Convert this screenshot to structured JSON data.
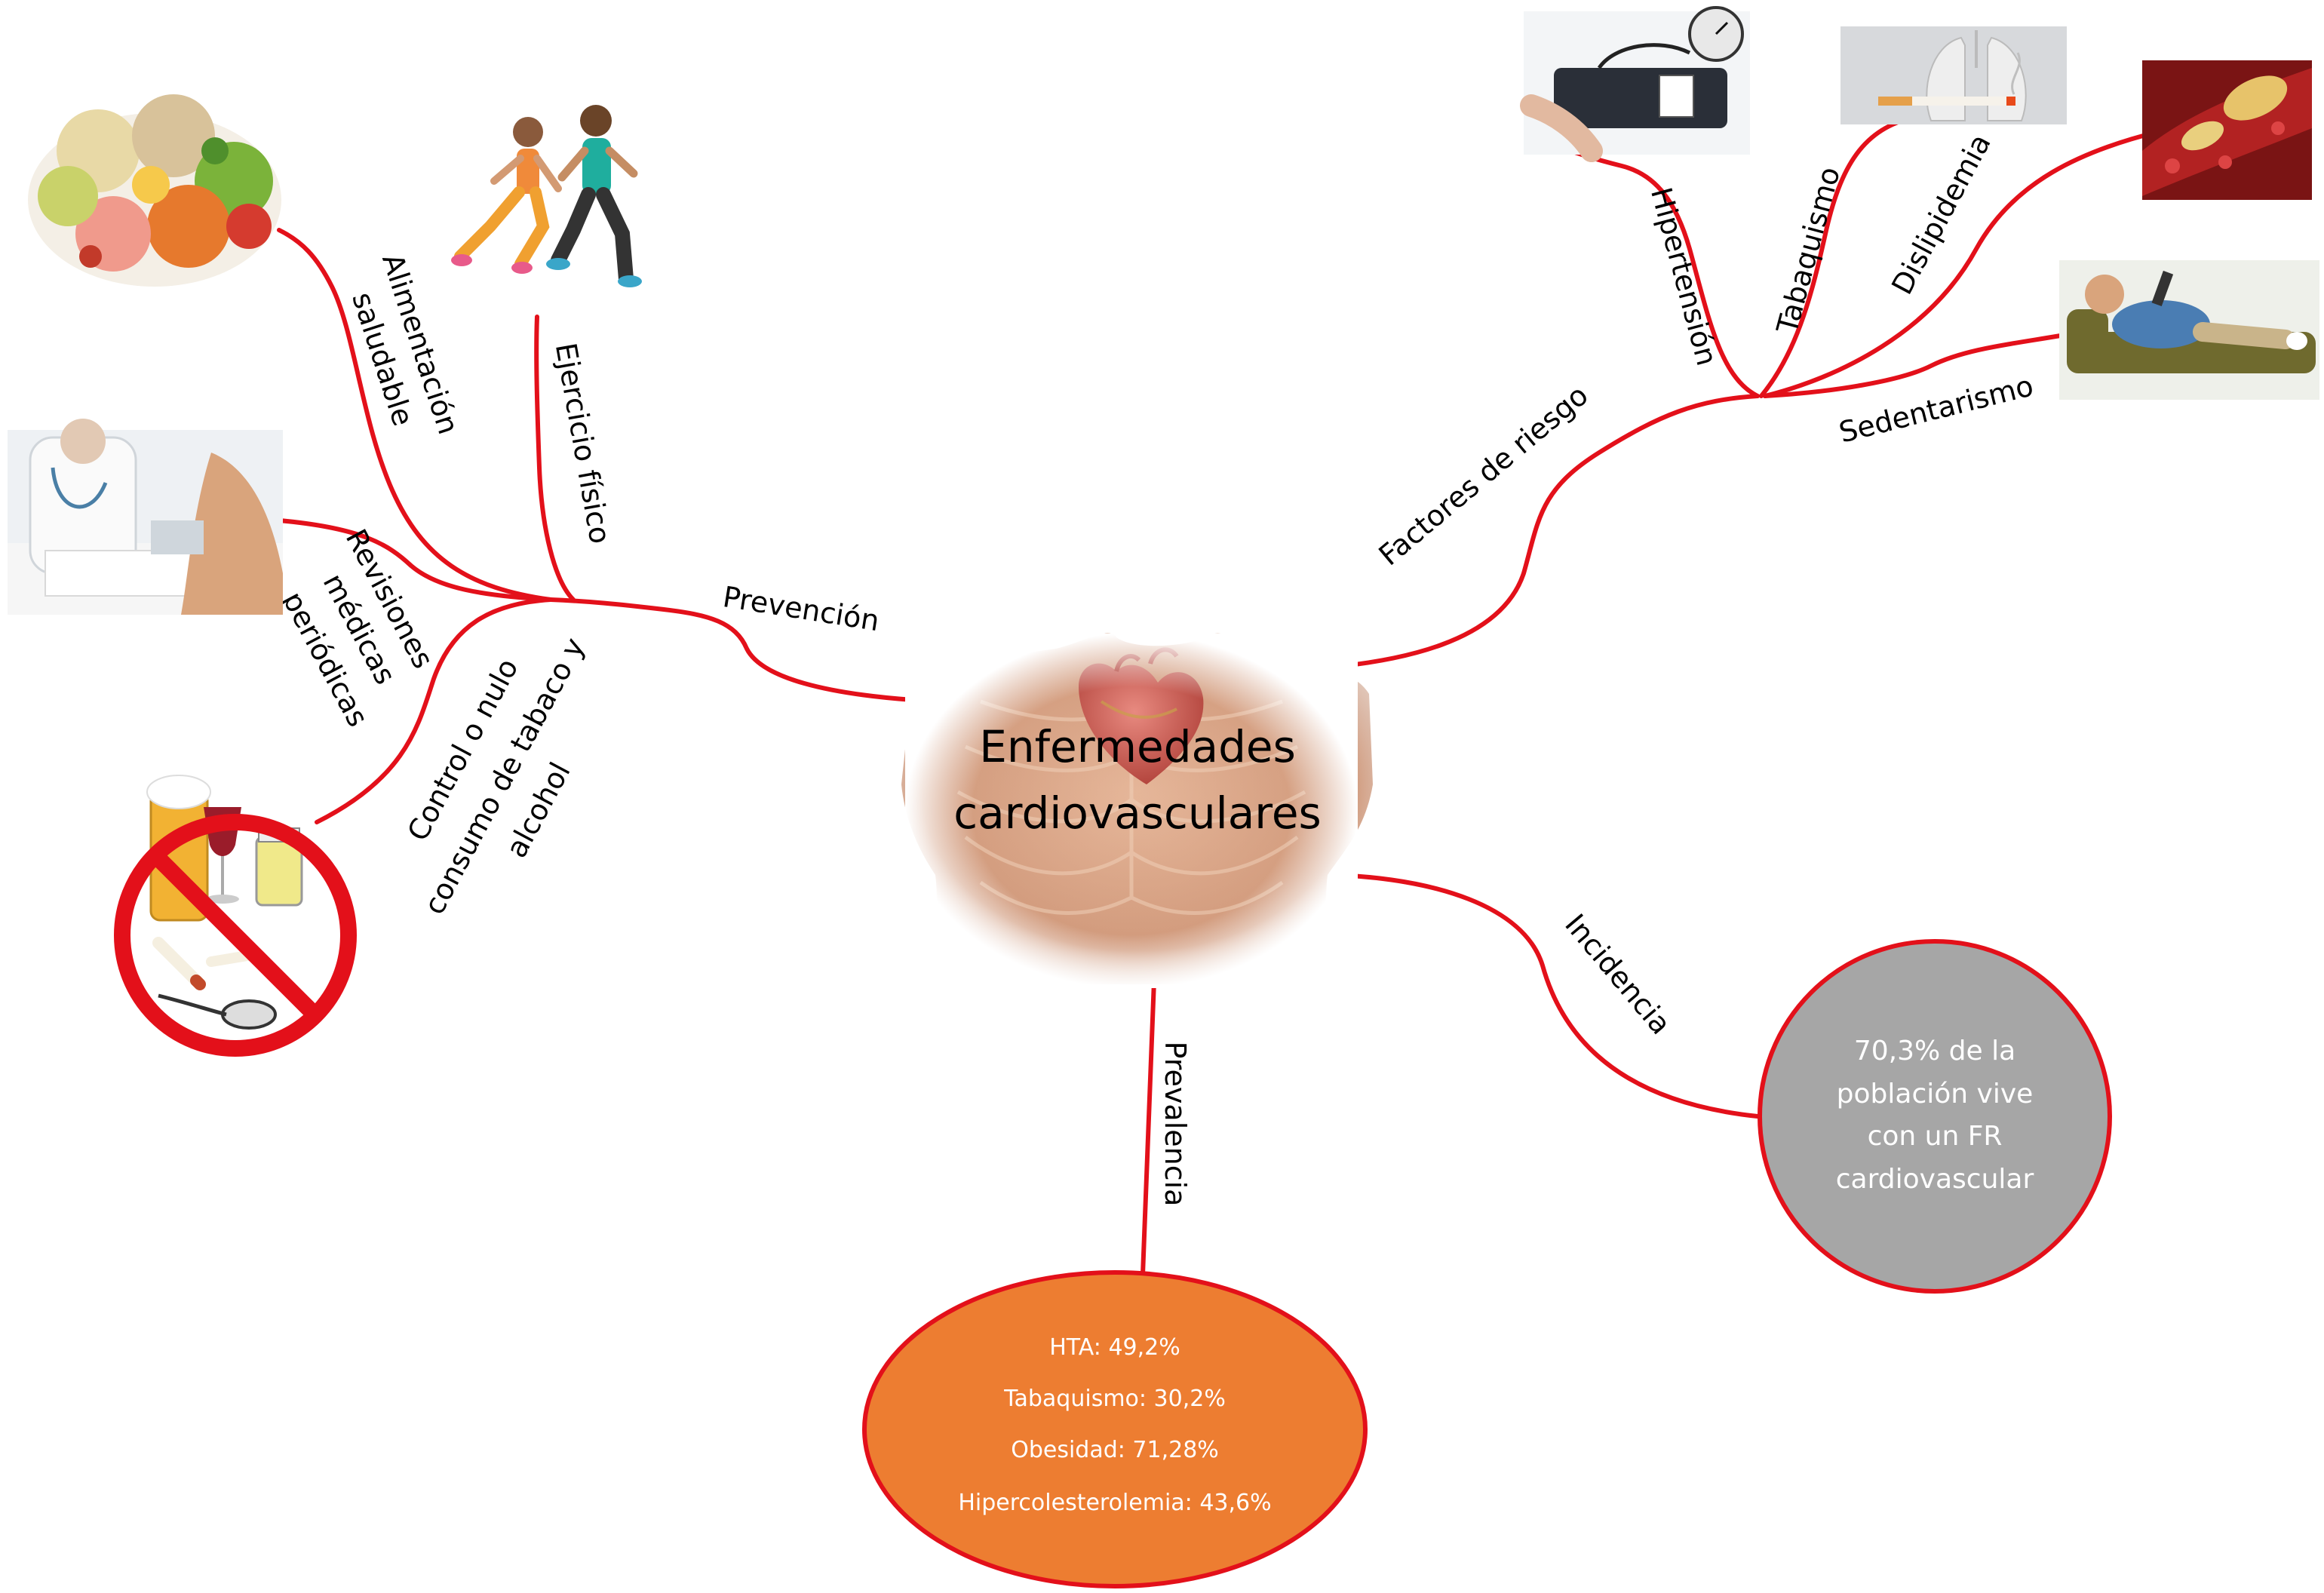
{
  "center": {
    "title_line1": "Enfermedades",
    "title_line2": "cardiovasculares"
  },
  "branches": {
    "prevencion": "Prevención",
    "factores_riesgo": "Factores de riesgo",
    "incidencia": "Incidencia",
    "prevalencia": "Prevalencia"
  },
  "prevencion_items": {
    "alimentacion_l1": "Alimentación",
    "alimentacion_l2": "saludable",
    "ejercicio": "Ejercicio físico",
    "revisiones_l1": "Revisiones",
    "revisiones_l2": "médicas",
    "revisiones_l3": "periódicas",
    "control_l1": "Control o nulo",
    "control_l2": "consumo de tabaco y",
    "control_l3": "alcohol"
  },
  "riesgo_items": {
    "hipertension": "Hipertensión",
    "tabaquismo": "Tabaquismo",
    "dislipidemia": "Dislipidemia",
    "sedentarismo": "Sedentarismo"
  },
  "incidencia_bubble": {
    "line1": "70,3% de la",
    "line2": "población vive",
    "line3": "con un FR",
    "line4": "cardiovascular"
  },
  "prevalencia_bubble": {
    "hta": "HTA: 49,2%",
    "tabaquismo": "Tabaquismo: 30,2%",
    "obesidad": "Obesidad: 71,28%",
    "hipercolesterolemia": "Hipercolesterolemia: 43,6%"
  },
  "colors": {
    "link": "#e3101a",
    "incidencia_fill": "#a6a6a6",
    "prevalencia_fill": "#ed7d31",
    "skin": "#d9a88a"
  },
  "icons": {
    "center": "torso-heart-image",
    "alimentacion": "healthy-food-image",
    "ejercicio": "runners-image",
    "revisiones": "doctor-checkup-image",
    "control": "no-alcohol-tobacco-sign",
    "hipertension": "blood-pressure-image",
    "tabaquismo": "cigarette-lungs-image",
    "dislipidemia": "clogged-artery-image",
    "sedentarismo": "couch-person-image"
  }
}
